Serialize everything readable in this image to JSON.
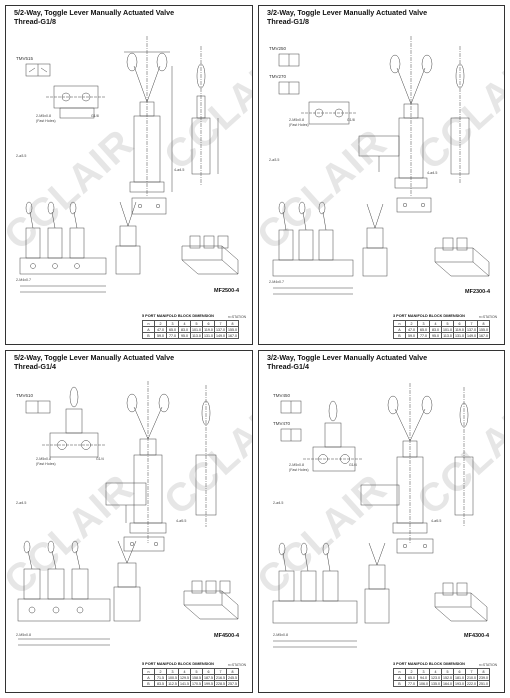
{
  "watermark": "CCLAIR",
  "panels": [
    {
      "title": [
        "5/2-Way, Toggle Lever Manually Actuated Valve",
        "Thread-G1/8"
      ],
      "codes": [
        "TMV515"
      ],
      "model": "MF2500-4",
      "annotations": [
        "2-M5x0.8",
        "(Fast Holes)",
        "G1/8",
        "2-ø3.5",
        "4-ø4.5",
        "2-M4x0.7"
      ],
      "table": {
        "caption": "5 PORT MANIFOLD BLOCK DIMENSION",
        "station_label": "n=STATION",
        "header": [
          "n",
          "2",
          "3",
          "4",
          "5",
          "6",
          "7",
          "8"
        ],
        "rows": [
          [
            "A",
            "47.0",
            "65.0",
            "83.0",
            "101.0",
            "119.0",
            "137.0",
            "155.0"
          ],
          [
            "B",
            "59.0",
            "77.0",
            "95.0",
            "113.0",
            "131.0",
            "149.0",
            "167.0"
          ]
        ]
      }
    },
    {
      "title": [
        "3/2-Way, Toggle Lever Manually Actuated Valve",
        "Thread-G1/8"
      ],
      "codes": [
        "TMV250",
        "TMV270"
      ],
      "model": "MF2300-4",
      "annotations": [
        "2-M5x0.8",
        "(Fast Holes)",
        "G1/8",
        "2-ø3.5",
        "4-ø4.5",
        "2-M4x0.7"
      ],
      "table": {
        "caption": "3 PORT MANIFOLD BLOCK DIMENSION",
        "station_label": "n=STATION",
        "header": [
          "n",
          "2",
          "3",
          "4",
          "5",
          "6",
          "7",
          "8"
        ],
        "rows": [
          [
            "A",
            "47.0",
            "65.0",
            "83.0",
            "101.0",
            "119.0",
            "137.0",
            "155.0"
          ],
          [
            "B",
            "59.0",
            "77.0",
            "95.0",
            "113.0",
            "131.0",
            "149.0",
            "167.0"
          ]
        ]
      }
    },
    {
      "title": [
        "5/2-Way, Toggle Lever Manually Actuated Valve",
        "Thread-G1/4"
      ],
      "codes": [
        "TMV610"
      ],
      "model": "MF4500-4",
      "annotations": [
        "2-M5x0.8",
        "(Fast Holes)",
        "G1/4",
        "2-ø4.5",
        "4-ø5.5",
        "2-M5x0.8"
      ],
      "table": {
        "caption": "5 PORT MANIFOLD BLOCK DIMENSION",
        "station_label": "n=STATION",
        "header": [
          "n",
          "2",
          "3",
          "4",
          "5",
          "6",
          "7",
          "8"
        ],
        "rows": [
          [
            "A",
            "71.5",
            "100.5",
            "129.5",
            "158.5",
            "187.5",
            "216.5",
            "245.5"
          ],
          [
            "B",
            "83.5",
            "112.5",
            "141.5",
            "170.5",
            "199.5",
            "228.5",
            "257.5"
          ]
        ]
      }
    },
    {
      "title": [
        "3/2-Way, Toggle Lever Manually Actuated Valve",
        "Thread-G1/4"
      ],
      "codes": [
        "TMV450",
        "TMV470"
      ],
      "model": "MF4300-4",
      "annotations": [
        "2-M5x0.8",
        "(Fast Holes)",
        "G1/4",
        "2-ø4.5",
        "4-ø5.5",
        "2-M5x0.8"
      ],
      "table": {
        "caption": "3 PORT MANIFOLD BLOCK DIMENSION",
        "station_label": "n=STATION",
        "header": [
          "n",
          "2",
          "3",
          "4",
          "5",
          "6",
          "7",
          "8"
        ],
        "rows": [
          [
            "A",
            "65.0",
            "94.0",
            "123.0",
            "152.0",
            "181.0",
            "210.0",
            "239.0"
          ],
          [
            "B",
            "77.0",
            "106.0",
            "135.0",
            "164.0",
            "193.0",
            "222.0",
            "251.0"
          ]
        ]
      }
    }
  ]
}
